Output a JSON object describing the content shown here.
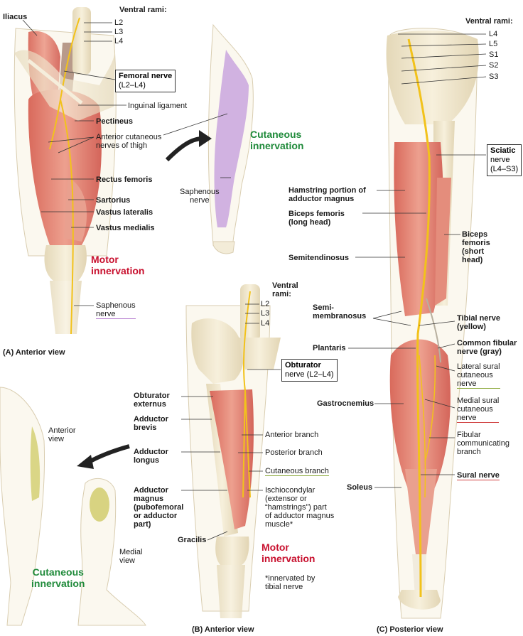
{
  "panel_a": {
    "caption": "(A)  Anterior view",
    "ventral_rami": "Ventral rami:",
    "rami": [
      "L2",
      "L3",
      "L4"
    ],
    "iliacus": "Iliacus",
    "femoral_nerve_title": "Femoral nerve",
    "femoral_nerve_sub": "(L2–L4)",
    "inguinal_ligament": "Inguinal ligament",
    "pectineus": "Pectineus",
    "anterior_cutaneous": "Anterior cutaneous\nnerves of thigh",
    "rectus_femoris": "Rectus femoris",
    "sartorius": "Sartorius",
    "vastus_lateralis": "Vastus lateralis",
    "vastus_medialis": "Vastus medialis",
    "motor_innervation": "Motor\ninnervation",
    "saphenous_nerve": "Saphenous\nnerve",
    "cutaneous_innervation": "Cutaneous\ninnervation",
    "saphenous_nerve_leg": "Saphenous\nnerve"
  },
  "panel_b": {
    "caption": "(B)  Anterior view",
    "ventral_rami": "Ventral\nrami:",
    "rami": [
      "L2",
      "L3",
      "L4"
    ],
    "obturator_title": "Obturator",
    "obturator_sub": "nerve (L2–L4)",
    "obturator_externus": "Obturator\nexternus",
    "adductor_brevis": "Adductor\nbrevis",
    "adductor_longus": "Adductor\nlongus",
    "adductor_magnus": "Adductor\nmagnus\n(pubofemoral\nor adductor\npart)",
    "gracilis": "Gracilis",
    "anterior_branch": "Anterior branch",
    "posterior_branch": "Posterior branch",
    "cutaneous_branch": "Cutaneous branch",
    "ischiocondylar": "Ischiocondylar\n(extensor or\n“hamstrings”) part\nof adductor magnus\nmuscle*",
    "motor_innervation": "Motor\ninnervation",
    "footnote": "*innervated by\ntibial nerve",
    "anterior_view_small": "Anterior\nview",
    "medial_view_small": "Medial\nview",
    "cutaneous_innervation": "Cutaneous\ninnervation"
  },
  "panel_c": {
    "caption": "(C)  Posterior view",
    "ventral_rami": "Ventral rami:",
    "rami": [
      "L4",
      "L5",
      "S1",
      "S2",
      "S3"
    ],
    "sciatic_title": "Sciatic",
    "sciatic_sub": "nerve\n(L4–S3)",
    "hamstring_portion": "Hamstring portion of\nadductor magnus",
    "biceps_long": "Biceps femoris\n(long head)",
    "semitendinosus": "Semitendinosus",
    "semimembranosus": "Semi-\nmembranosus",
    "plantaris": "Plantaris",
    "gastrocnemius": "Gastrocnemius",
    "soleus": "Soleus",
    "biceps_short": "Biceps\nfemoris\n(short\nhead)",
    "tibial_nerve": "Tibial nerve\n(yellow)",
    "common_fibular": "Common fibular\nnerve (gray)",
    "lateral_sural": "Lateral sural\ncutaneous\nnerve",
    "medial_sural": "Medial sural\ncutaneous\nnerve",
    "fibular_communicating": "Fibular\ncommunicating\nbranch",
    "sural_nerve": "Sural nerve"
  },
  "colors": {
    "motor": "#c8102e",
    "cutaneous": "#1f8a3a",
    "muscle": "#e07b6e",
    "bone": "#efe6cf",
    "nerve": "#f2c21b",
    "skin": "#f6f1e4",
    "cutaneous_area_purple": "#c9a6de",
    "cutaneous_area_olive": "#d6d17a"
  }
}
